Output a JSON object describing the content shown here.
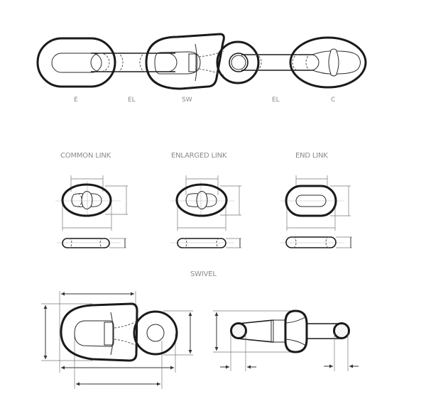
{
  "assembly": {
    "labels": [
      {
        "id": "E",
        "text": "E"
      },
      {
        "id": "EL1",
        "text": "EL"
      },
      {
        "id": "SW",
        "text": "SW"
      },
      {
        "id": "EL2",
        "text": "EL"
      },
      {
        "id": "C",
        "text": "C"
      }
    ]
  },
  "details": {
    "common_link": {
      "title": "COMMON LINK"
    },
    "enlarged_link": {
      "title": "ENLARGED LINK"
    },
    "end_link": {
      "title": "END LINK"
    },
    "swivel": {
      "title": "SWIVEL"
    }
  },
  "colors": {
    "line": "#1a1a1a",
    "label": "#8a8a8a",
    "dimension": "#777777",
    "background": "#ffffff"
  }
}
